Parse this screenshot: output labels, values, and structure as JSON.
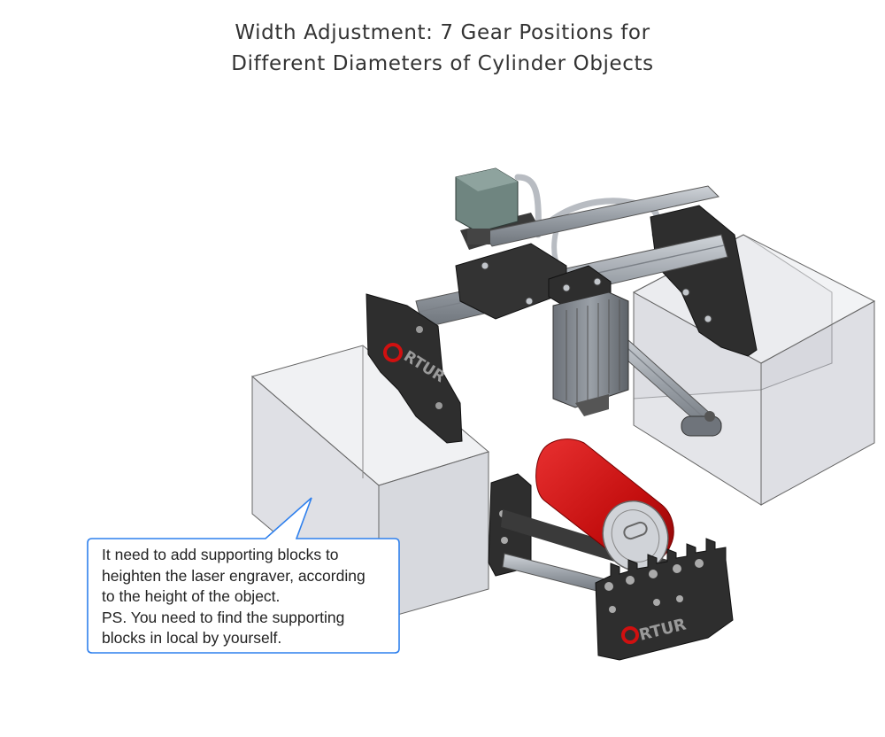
{
  "title": {
    "line1": "Width Adjustment: 7 Gear Positions for",
    "line2": "Different Diameters of Cylinder Objects"
  },
  "callout": {
    "lines": [
      "It need to add supporting blocks to",
      "heighten the laser engraver, according",
      "to the height of the object.",
      "PS. You need to find the supporting",
      "blocks in local by yourself."
    ]
  },
  "brand": {
    "logo_text": "RTUR",
    "engraver_logo_text": "RTUR",
    "accent": "#d01010",
    "frame_color": "#2e2e2e"
  },
  "colors": {
    "block_face": "#d2d4db",
    "block_edge": "#555555",
    "extrusion": "#a8adb3",
    "motor": "#6f8580",
    "can": "#cc1111",
    "callout_border": "#2f80ed"
  }
}
